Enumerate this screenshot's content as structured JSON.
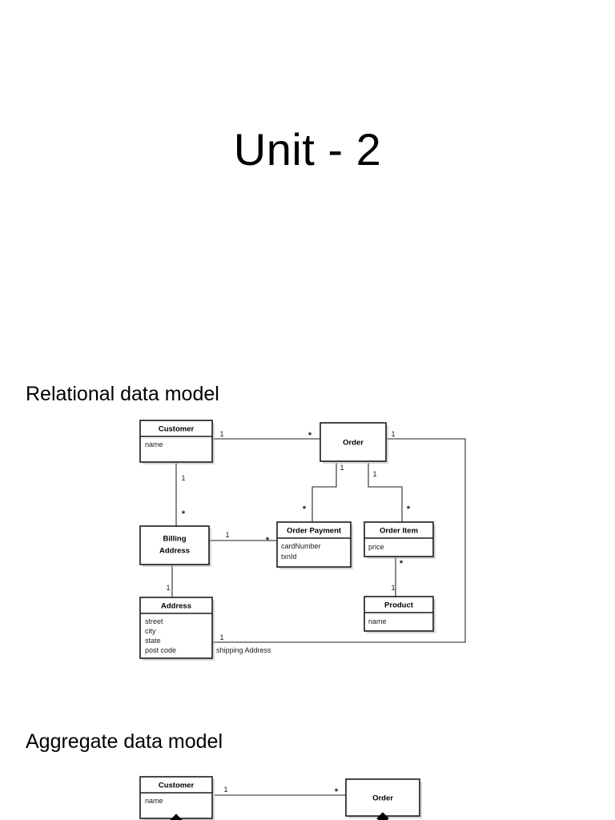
{
  "slide": {
    "title": "Unit - 2",
    "background_color": "#ffffff",
    "text_color": "#000000"
  },
  "sections": [
    {
      "id": "relational",
      "heading": "Relational data model"
    },
    {
      "id": "aggregate",
      "heading": "Aggregate data model"
    }
  ],
  "relational_diagram": {
    "classes": [
      {
        "id": "customer",
        "title": "Customer",
        "attributes": [
          "name"
        ]
      },
      {
        "id": "order",
        "title": "Order",
        "attributes": []
      },
      {
        "id": "billing",
        "title": "Billing\nAddress",
        "title_line1": "Billing",
        "title_line2": "Address",
        "attributes": []
      },
      {
        "id": "orderpayment",
        "title": "Order Payment",
        "attributes": [
          "cardNumber",
          "txnId"
        ]
      },
      {
        "id": "orderitem",
        "title": "Order Item",
        "attributes": [
          "price"
        ]
      },
      {
        "id": "product",
        "title": "Product",
        "attributes": [
          "name"
        ]
      },
      {
        "id": "address",
        "title": "Address",
        "attributes": [
          "street",
          "city",
          "state",
          "post code"
        ]
      }
    ],
    "associations": [
      {
        "from": "customer",
        "to": "order",
        "from_multiplicity": "1",
        "to_multiplicity": "*",
        "label": ""
      },
      {
        "from": "customer",
        "to": "billing",
        "from_multiplicity": "1",
        "to_multiplicity": "*",
        "label": ""
      },
      {
        "from": "order",
        "to": "orderpayment",
        "from_multiplicity": "1",
        "to_multiplicity": "*",
        "label": ""
      },
      {
        "from": "order",
        "to": "orderitem",
        "from_multiplicity": "1",
        "to_multiplicity": "*",
        "label": ""
      },
      {
        "from": "billing",
        "to": "orderpayment",
        "from_multiplicity": "1",
        "to_multiplicity": "*",
        "label": ""
      },
      {
        "from": "billing",
        "to": "address",
        "from_multiplicity": "*",
        "to_multiplicity": "1",
        "label": ""
      },
      {
        "from": "orderitem",
        "to": "product",
        "from_multiplicity": "*",
        "to_multiplicity": "1",
        "label": ""
      },
      {
        "from": "order",
        "to": "address",
        "from_multiplicity": "1",
        "to_multiplicity": "1",
        "label": "shipping Address"
      }
    ]
  },
  "aggregate_diagram": {
    "classes": [
      {
        "id": "customer",
        "title": "Customer",
        "attributes": [
          "name"
        ]
      },
      {
        "id": "order",
        "title": "Order",
        "attributes": []
      }
    ],
    "associations": [
      {
        "from": "customer",
        "to": "order",
        "from_multiplicity": "1",
        "to_multiplicity": "*",
        "label": ""
      }
    ],
    "composition_markers": [
      "customer",
      "order"
    ]
  }
}
